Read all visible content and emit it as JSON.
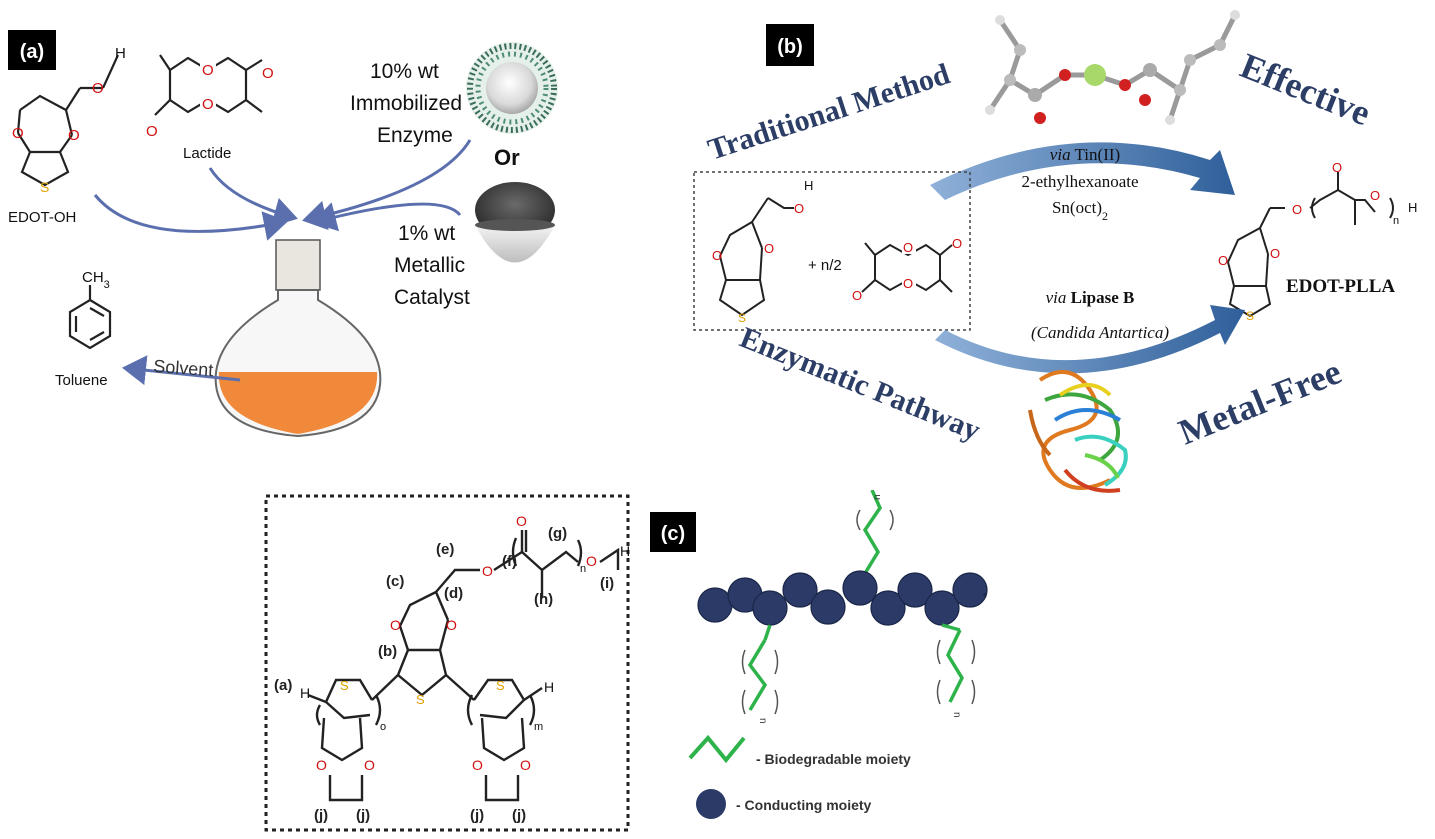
{
  "panel_a": {
    "label": "(a)",
    "edot_oh_label": "EDOT-OH",
    "lactide_label": "Lactide",
    "enzyme_line1": "10% wt",
    "enzyme_line2": "Immobilized",
    "enzyme_line3": "Enzyme",
    "or_label": "Or",
    "metal_line1": "1% wt",
    "metal_line2": "Metallic",
    "metal_line3": "Catalyst",
    "solvent_label": "Solvent",
    "toluene_label": "Toluene",
    "ch3_label": "CH",
    "ch3_sub": "3",
    "atom_o": "O",
    "atom_s": "S",
    "atom_h": "H",
    "colors": {
      "flask_liquid": "#f0893a",
      "arrow": "#5b6fae",
      "oxygen": "#d01010",
      "sulfur": "#e0a000"
    }
  },
  "panel_b": {
    "label": "(b)",
    "traditional_method": "Traditional Method",
    "effective": "Effective",
    "via_tin_via": "via",
    "via_tin_rest": " Tin(II)",
    "ethylhexanoate": "2-ethylhexanoate",
    "snoct": "Sn(oct)",
    "snoct_sub": "2",
    "plus_n2": "+ n/2",
    "edot_plla": "EDOT-PLLA",
    "via_lipase_via": "via",
    "via_lipase_rest": " Lipase B",
    "candida": "(Candida Antartica)",
    "enzymatic_pathway": "Enzymatic Pathway",
    "metal_free": "Metal-Free",
    "n_sub": "n",
    "atom_o": "O",
    "atom_s": "S",
    "atom_h": "H",
    "colors": {
      "title_text": "#2c3e66",
      "arrow": "#3f6fa8"
    }
  },
  "panel_c": {
    "label": "(c)",
    "labels": [
      "(a)",
      "(b)",
      "(c)",
      "(d)",
      "(e)",
      "(f)",
      "(g)",
      "(h)",
      "(i)",
      "(j)"
    ],
    "subs": {
      "o": "o",
      "m": "m",
      "n": "n"
    },
    "atom_o": "O",
    "atom_s": "S",
    "atom_h": "H",
    "legend_biodegradable": "- Biodegradable moiety",
    "legend_conducting": "- Conducting moiety",
    "chain_sub": "n",
    "colors": {
      "green": "#2db34a",
      "bead": "#2b3a67"
    }
  }
}
